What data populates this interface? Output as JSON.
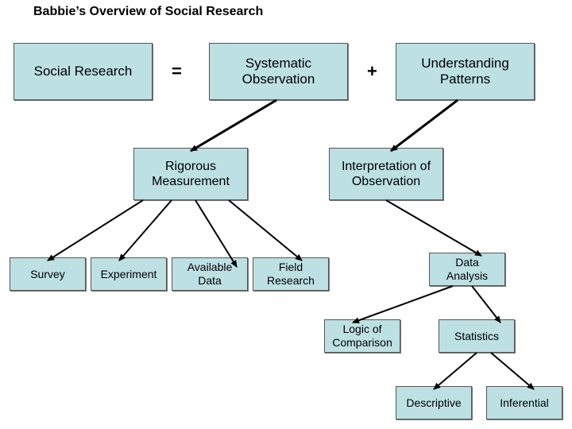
{
  "title": "Babbie’s Overview of Social Research",
  "operators": {
    "equals": "=",
    "plus": "+"
  },
  "nodes": {
    "social_research": "Social Research",
    "systematic_observation": "Systematic\nObservation",
    "understanding_patterns": "Understanding\nPatterns",
    "rigorous_measurement": "Rigorous\nMeasurement",
    "interpretation": "Interpretation of\nObservation",
    "survey": "Survey",
    "experiment": "Experiment",
    "available_data": "Available\nData",
    "field_research": "Field\nResearch",
    "data_analysis": "Data\nAnalysis",
    "logic_of_comparison": "Logic of\nComparison",
    "statistics": "Statistics",
    "descriptive": "Descriptive",
    "inferential": "Inferential"
  },
  "colors": {
    "box_fill": "#bde0e3",
    "box_border": "#555555",
    "arrow": "#000000"
  }
}
